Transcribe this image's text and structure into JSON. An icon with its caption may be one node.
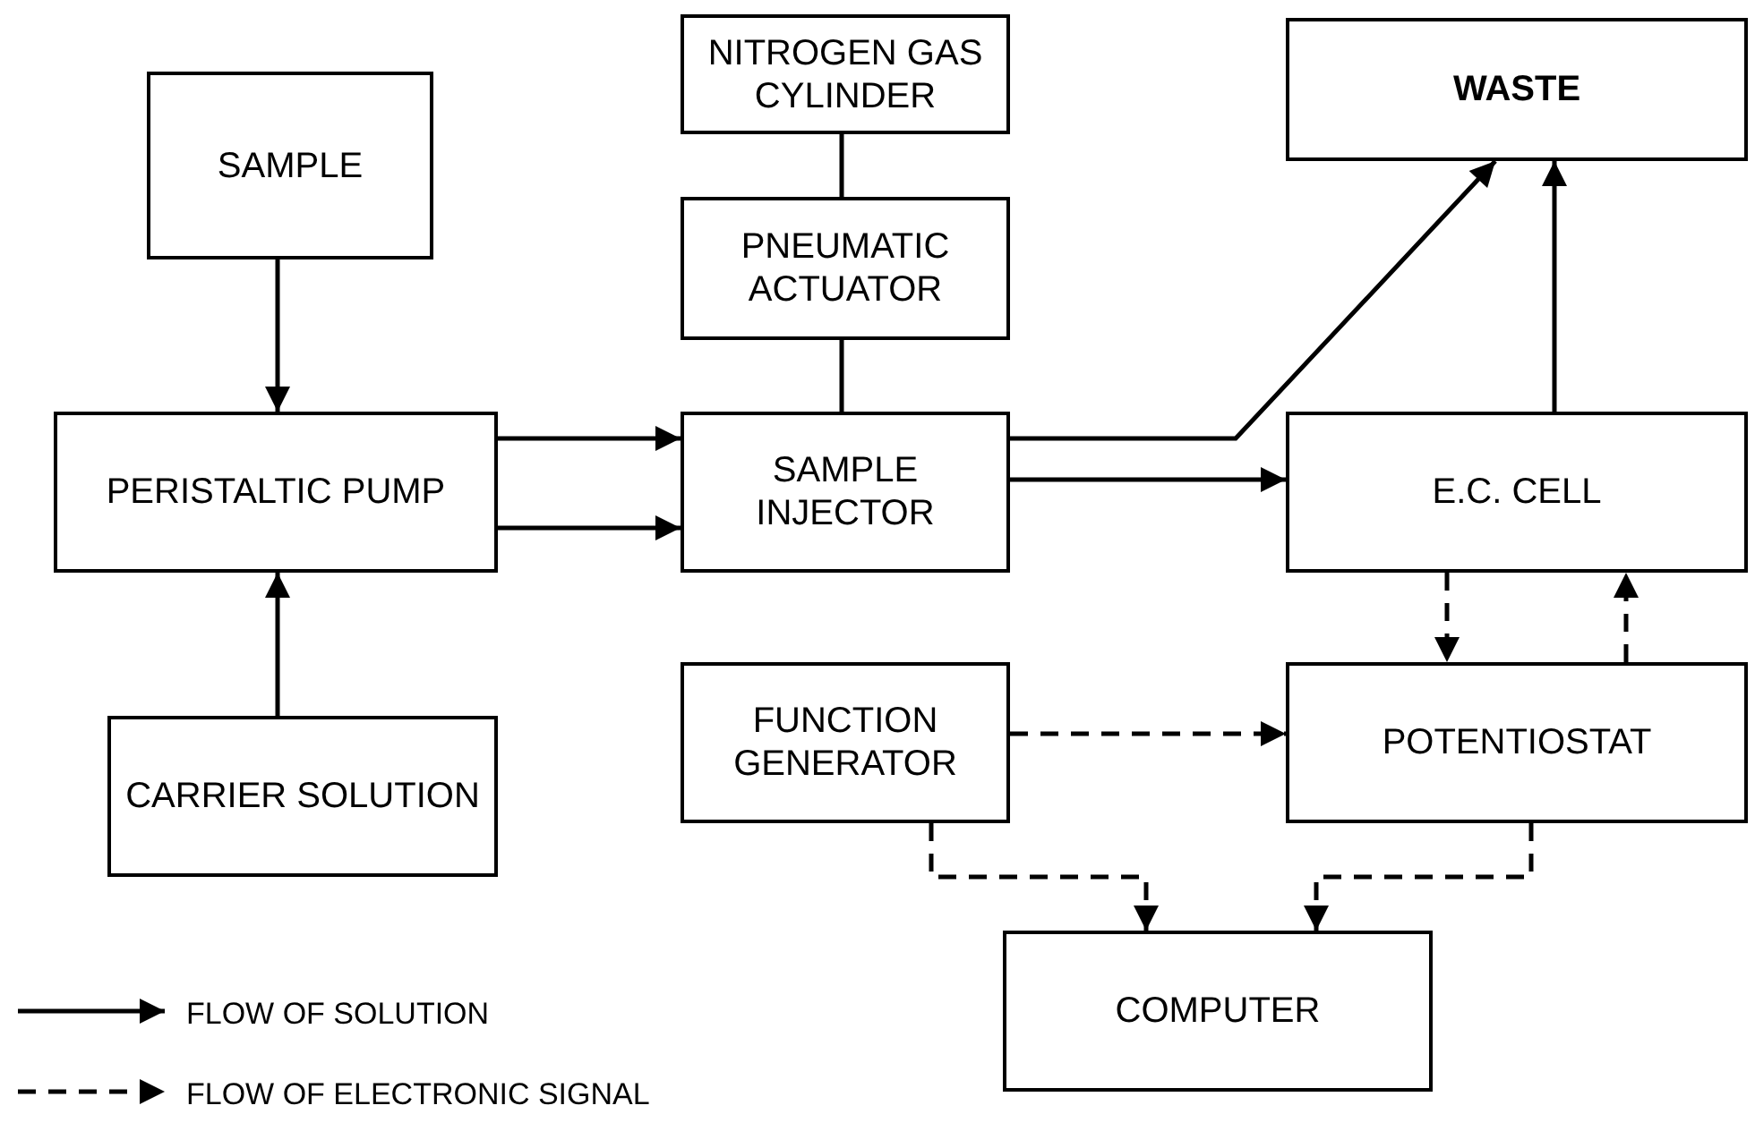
{
  "diagram": {
    "nodes": [
      {
        "text": [
          "SAMPLE"
        ]
      },
      {
        "text": [
          "NITROGEN GAS CYLINDER"
        ]
      },
      {
        "text": [
          "WASTE"
        ]
      },
      {
        "text": [
          "PNEUMATIC ACTUATOR"
        ]
      },
      {
        "text": [
          "PERISTALTIC PUMP"
        ]
      },
      {
        "text": [
          "SAMPLE INJECTOR"
        ]
      },
      {
        "text": [
          "E.C. CELL"
        ]
      },
      {
        "text": [
          "CARRIER SOLUTION"
        ]
      },
      {
        "text": [
          "FUNCTION GENERATOR"
        ]
      },
      {
        "text": [
          "POTENTIOSTAT"
        ]
      },
      {
        "text": [
          "COMPUTER"
        ]
      }
    ],
    "edges": [
      {
        "from": 0,
        "to": 4,
        "arrow": "to"
      },
      {
        "from": 7,
        "to": 4,
        "arrow": "to"
      },
      {
        "from": 4,
        "to": 5,
        "arrow": "to"
      },
      {
        "from": 4,
        "to": 5,
        "arrow": "to"
      },
      {
        "from": 1,
        "to": 3,
        "arrow": "none"
      },
      {
        "from": 3,
        "to": 5,
        "arrow": "none"
      },
      {
        "from": 5,
        "to": 2,
        "arrow": "to"
      },
      {
        "from": 5,
        "to": 6,
        "arrow": "to"
      },
      {
        "from": 6,
        "to": 2,
        "arrow": "to"
      },
      {
        "from": 6,
        "to": 9,
        "arrow": "to",
        "style": "dashed"
      },
      {
        "from": 9,
        "to": 6,
        "arrow": "to",
        "style": "dashed"
      },
      {
        "from": 8,
        "to": 9,
        "arrow": "to",
        "style": "dashed"
      },
      {
        "from": 8,
        "to": 10,
        "arrow": "to",
        "style": "dashed"
      },
      {
        "from": 9,
        "to": 10,
        "arrow": "to",
        "style": "dashed"
      }
    ],
    "legend": [
      {
        "text": "FLOW OF SOLUTION"
      },
      {
        "text": "FLOW OF ELECTRONIC SIGNAL"
      }
    ]
  }
}
